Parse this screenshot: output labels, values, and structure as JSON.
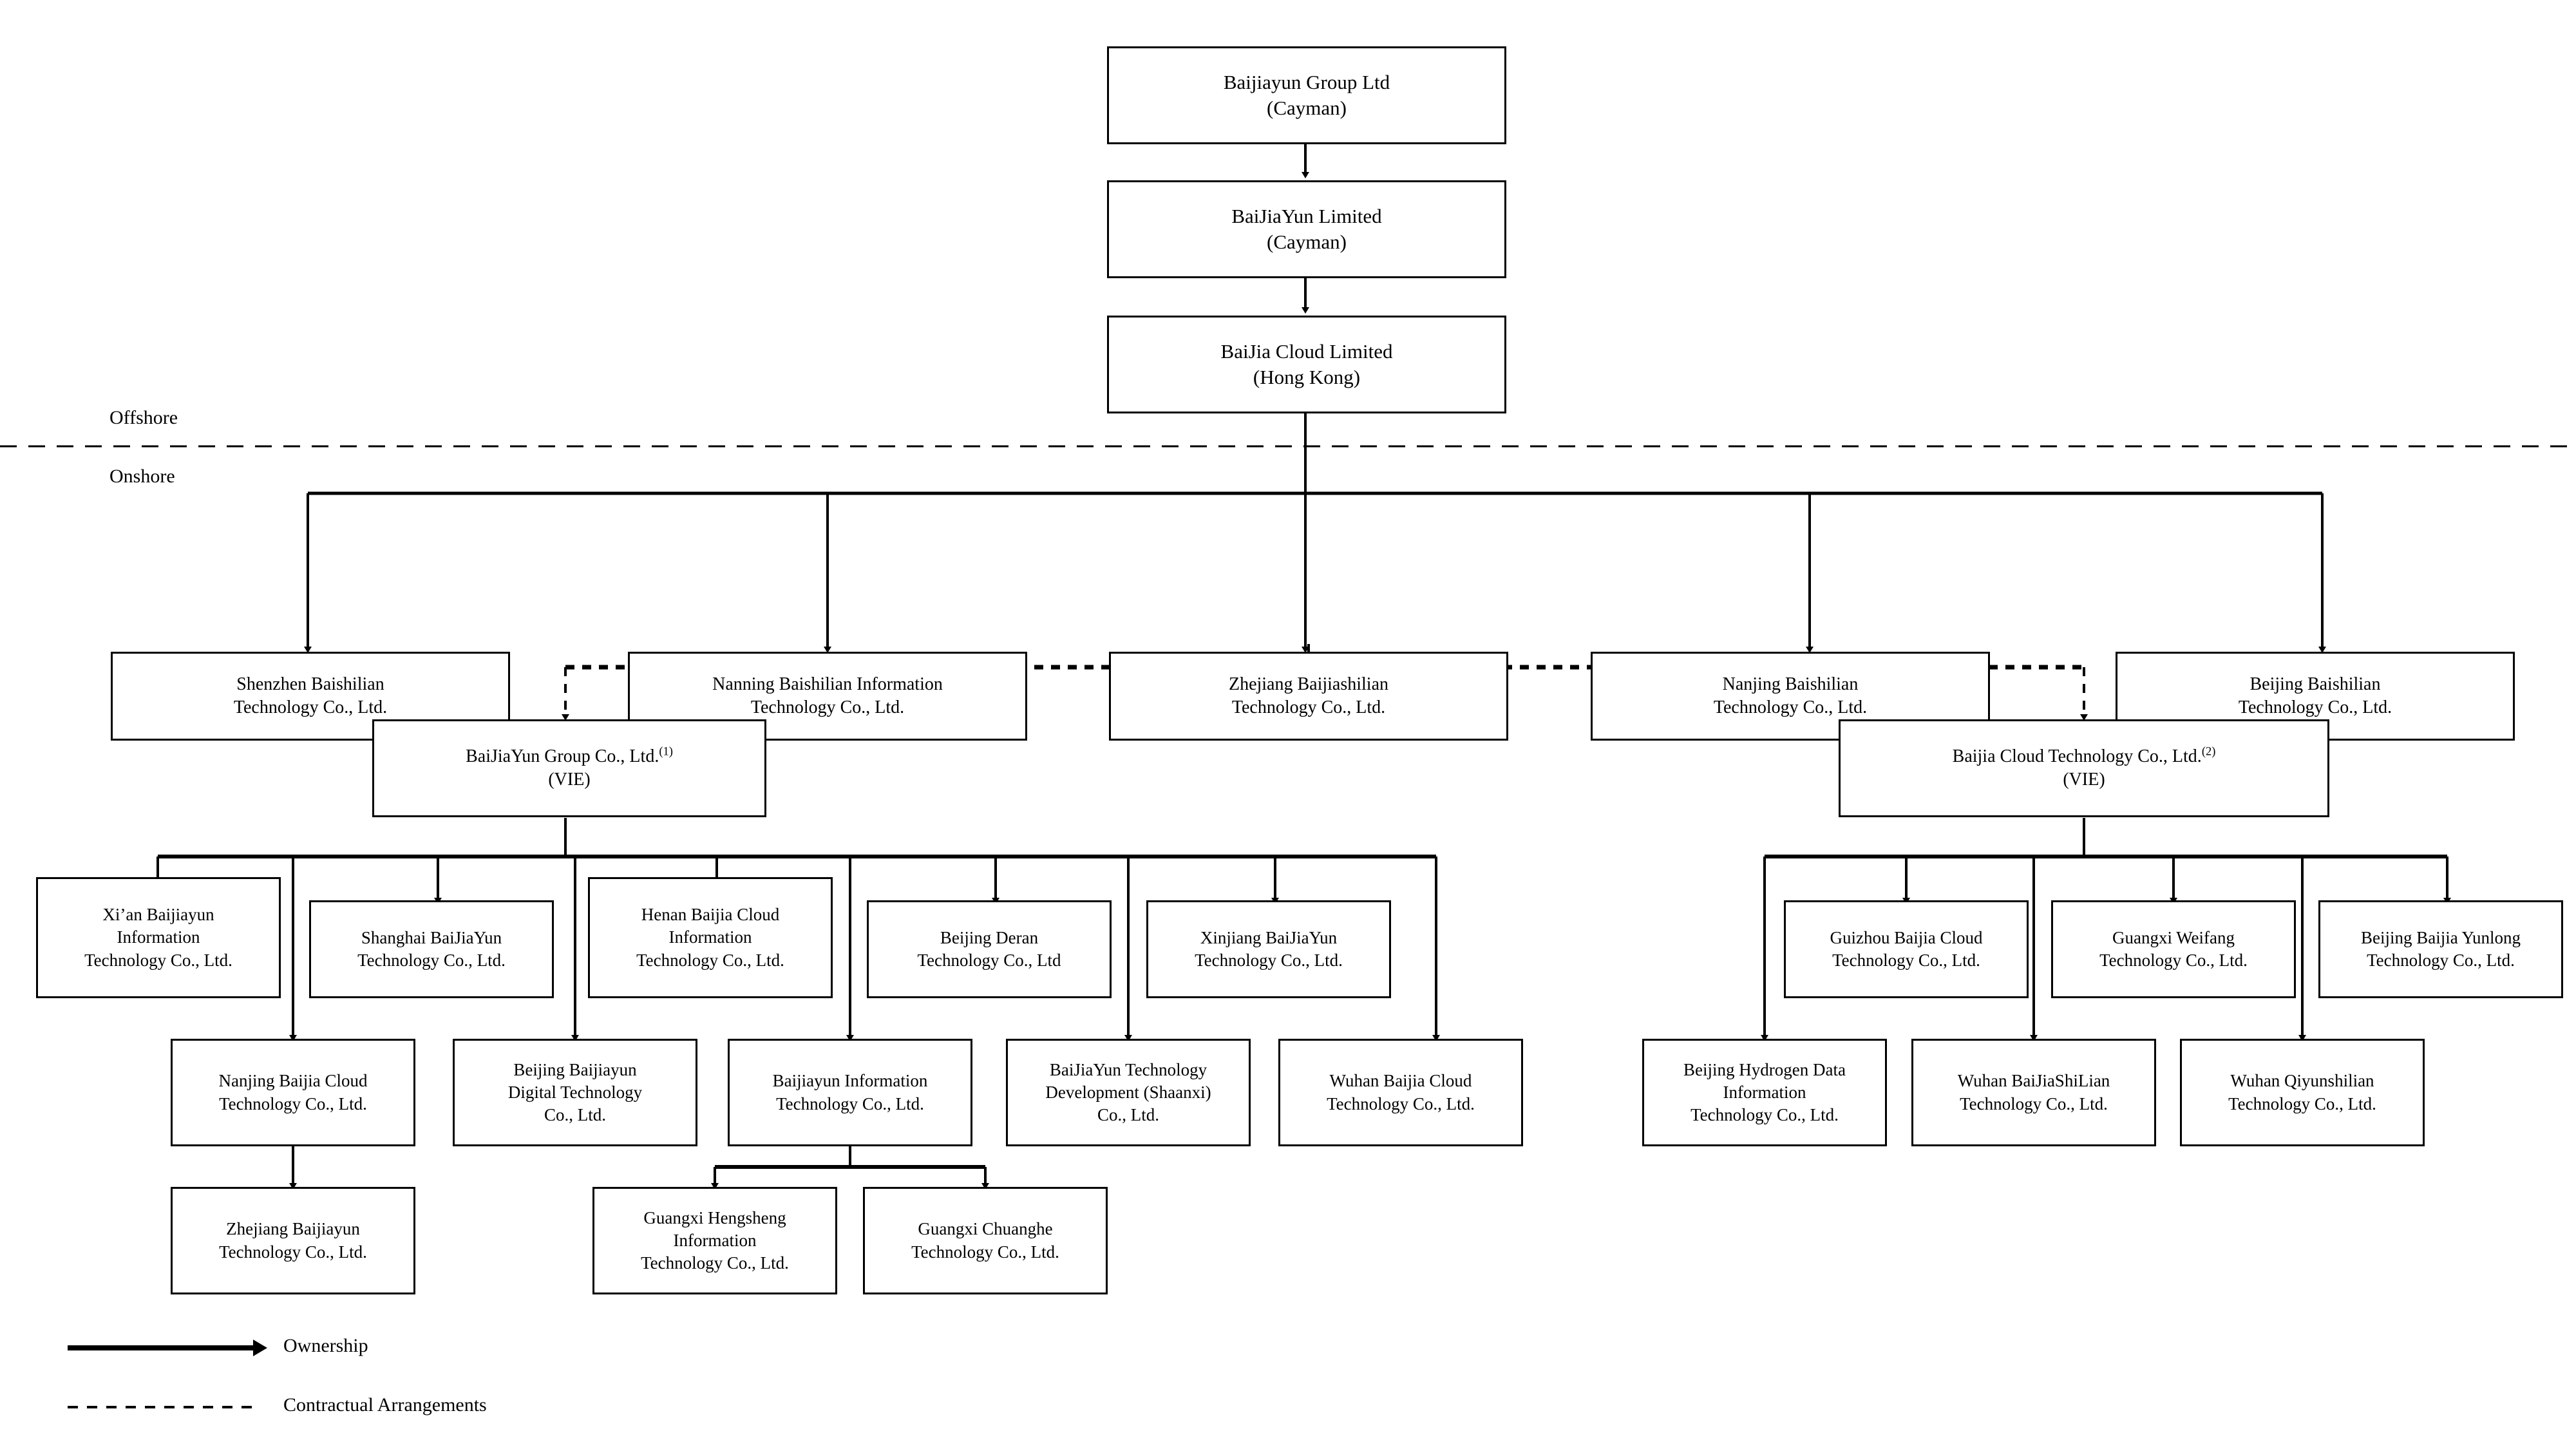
{
  "diagram": {
    "title_bands": {
      "offshore": "Offshore",
      "onshore": "Onshore"
    },
    "legend": [
      {
        "key": "ownership",
        "label": "Ownership",
        "style": "solid-arrow"
      },
      {
        "key": "contractual",
        "label": "Contractual Arrangements",
        "style": "dashed-line"
      }
    ],
    "colors": {
      "line": "#000000",
      "box_border": "#000000",
      "box_fill": "#ffffff",
      "background": "#ffffff"
    },
    "nodes": {
      "top1": {
        "line1": "Baijiayun Group Ltd",
        "line2": "(Cayman)"
      },
      "top2": {
        "line1": "BaiJiaYun Limited",
        "line2": "(Cayman)"
      },
      "top3": {
        "line1": "BaiJia Cloud Limited",
        "line2": "(Hong Kong)"
      },
      "on1": {
        "line1": "Shenzhen Baishilian",
        "line2": "Technology Co., Ltd."
      },
      "on2": {
        "line1": "Nanning Baishilian Information",
        "line2": "Technology Co., Ltd."
      },
      "on3": {
        "line1": "Zhejiang Baijiashilian",
        "line2": "Technology Co., Ltd."
      },
      "on4": {
        "line1": "Nanjing Baishilian",
        "line2": "Technology Co., Ltd."
      },
      "on5": {
        "line1": "Beijing Baishilian",
        "line2": "Technology Co., Ltd."
      },
      "vie1": {
        "line1": "BaiJiaYun Group Co., Ltd.",
        "sup": "(1)",
        "line2": "(VIE)"
      },
      "vie2": {
        "line1": "Baijia Cloud Technology Co., Ltd.",
        "sup": "(2)",
        "line2": "(VIE)"
      },
      "l1a": {
        "line1": "Xi’an Baijiayun",
        "line2": "Information",
        "line3": "Technology Co., Ltd."
      },
      "l1b": {
        "line1": "Shanghai BaiJiaYun",
        "line2": "Technology Co., Ltd."
      },
      "l1c": {
        "line1": "Henan Baijia Cloud",
        "line2": "Information",
        "line3": "Technology Co., Ltd."
      },
      "l1d": {
        "line1": "Beijing Deran",
        "line2": "Technology Co., Ltd"
      },
      "l1e": {
        "line1": "Xinjiang BaiJiaYun",
        "line2": "Technology Co., Ltd."
      },
      "l2a": {
        "line1": "Nanjing Baijia Cloud",
        "line2": "Technology Co., Ltd."
      },
      "l2b": {
        "line1": "Beijing Baijiayun",
        "line2": "Digital Technology",
        "line3": "Co., Ltd."
      },
      "l2c": {
        "line1": "Baijiayun Information",
        "line2": "Technology Co., Ltd."
      },
      "l2d": {
        "line1": "BaiJiaYun Technology",
        "line2": "Development (Shaanxi)",
        "line3": "Co., Ltd."
      },
      "l2e": {
        "line1": "Wuhan Baijia Cloud",
        "line2": "Technology Co., Ltd."
      },
      "l3a": {
        "line1": "Zhejiang Baijiayun",
        "line2": "Technology Co., Ltd."
      },
      "l3b": {
        "line1": "Guangxi Hengsheng",
        "line2": "Information",
        "line3": "Technology Co., Ltd."
      },
      "l3c": {
        "line1": "Guangxi Chuanghe",
        "line2": "Technology Co., Ltd."
      },
      "r1a": {
        "line1": "Guizhou Baijia Cloud",
        "line2": "Technology Co., Ltd."
      },
      "r1b": {
        "line1": "Guangxi Weifang",
        "line2": "Technology Co., Ltd."
      },
      "r1c": {
        "line1": "Beijing Baijia Yunlong",
        "line2": "Technology Co., Ltd."
      },
      "r2a": {
        "line1": "Beijing Hydrogen Data",
        "line2": "Information",
        "line3": "Technology Co., Ltd."
      },
      "r2b": {
        "line1": "Wuhan BaiJiaShiLian",
        "line2": "Technology Co., Ltd."
      },
      "r2c": {
        "line1": "Wuhan Qiyunshilian",
        "line2": "Technology Co., Ltd."
      }
    }
  }
}
